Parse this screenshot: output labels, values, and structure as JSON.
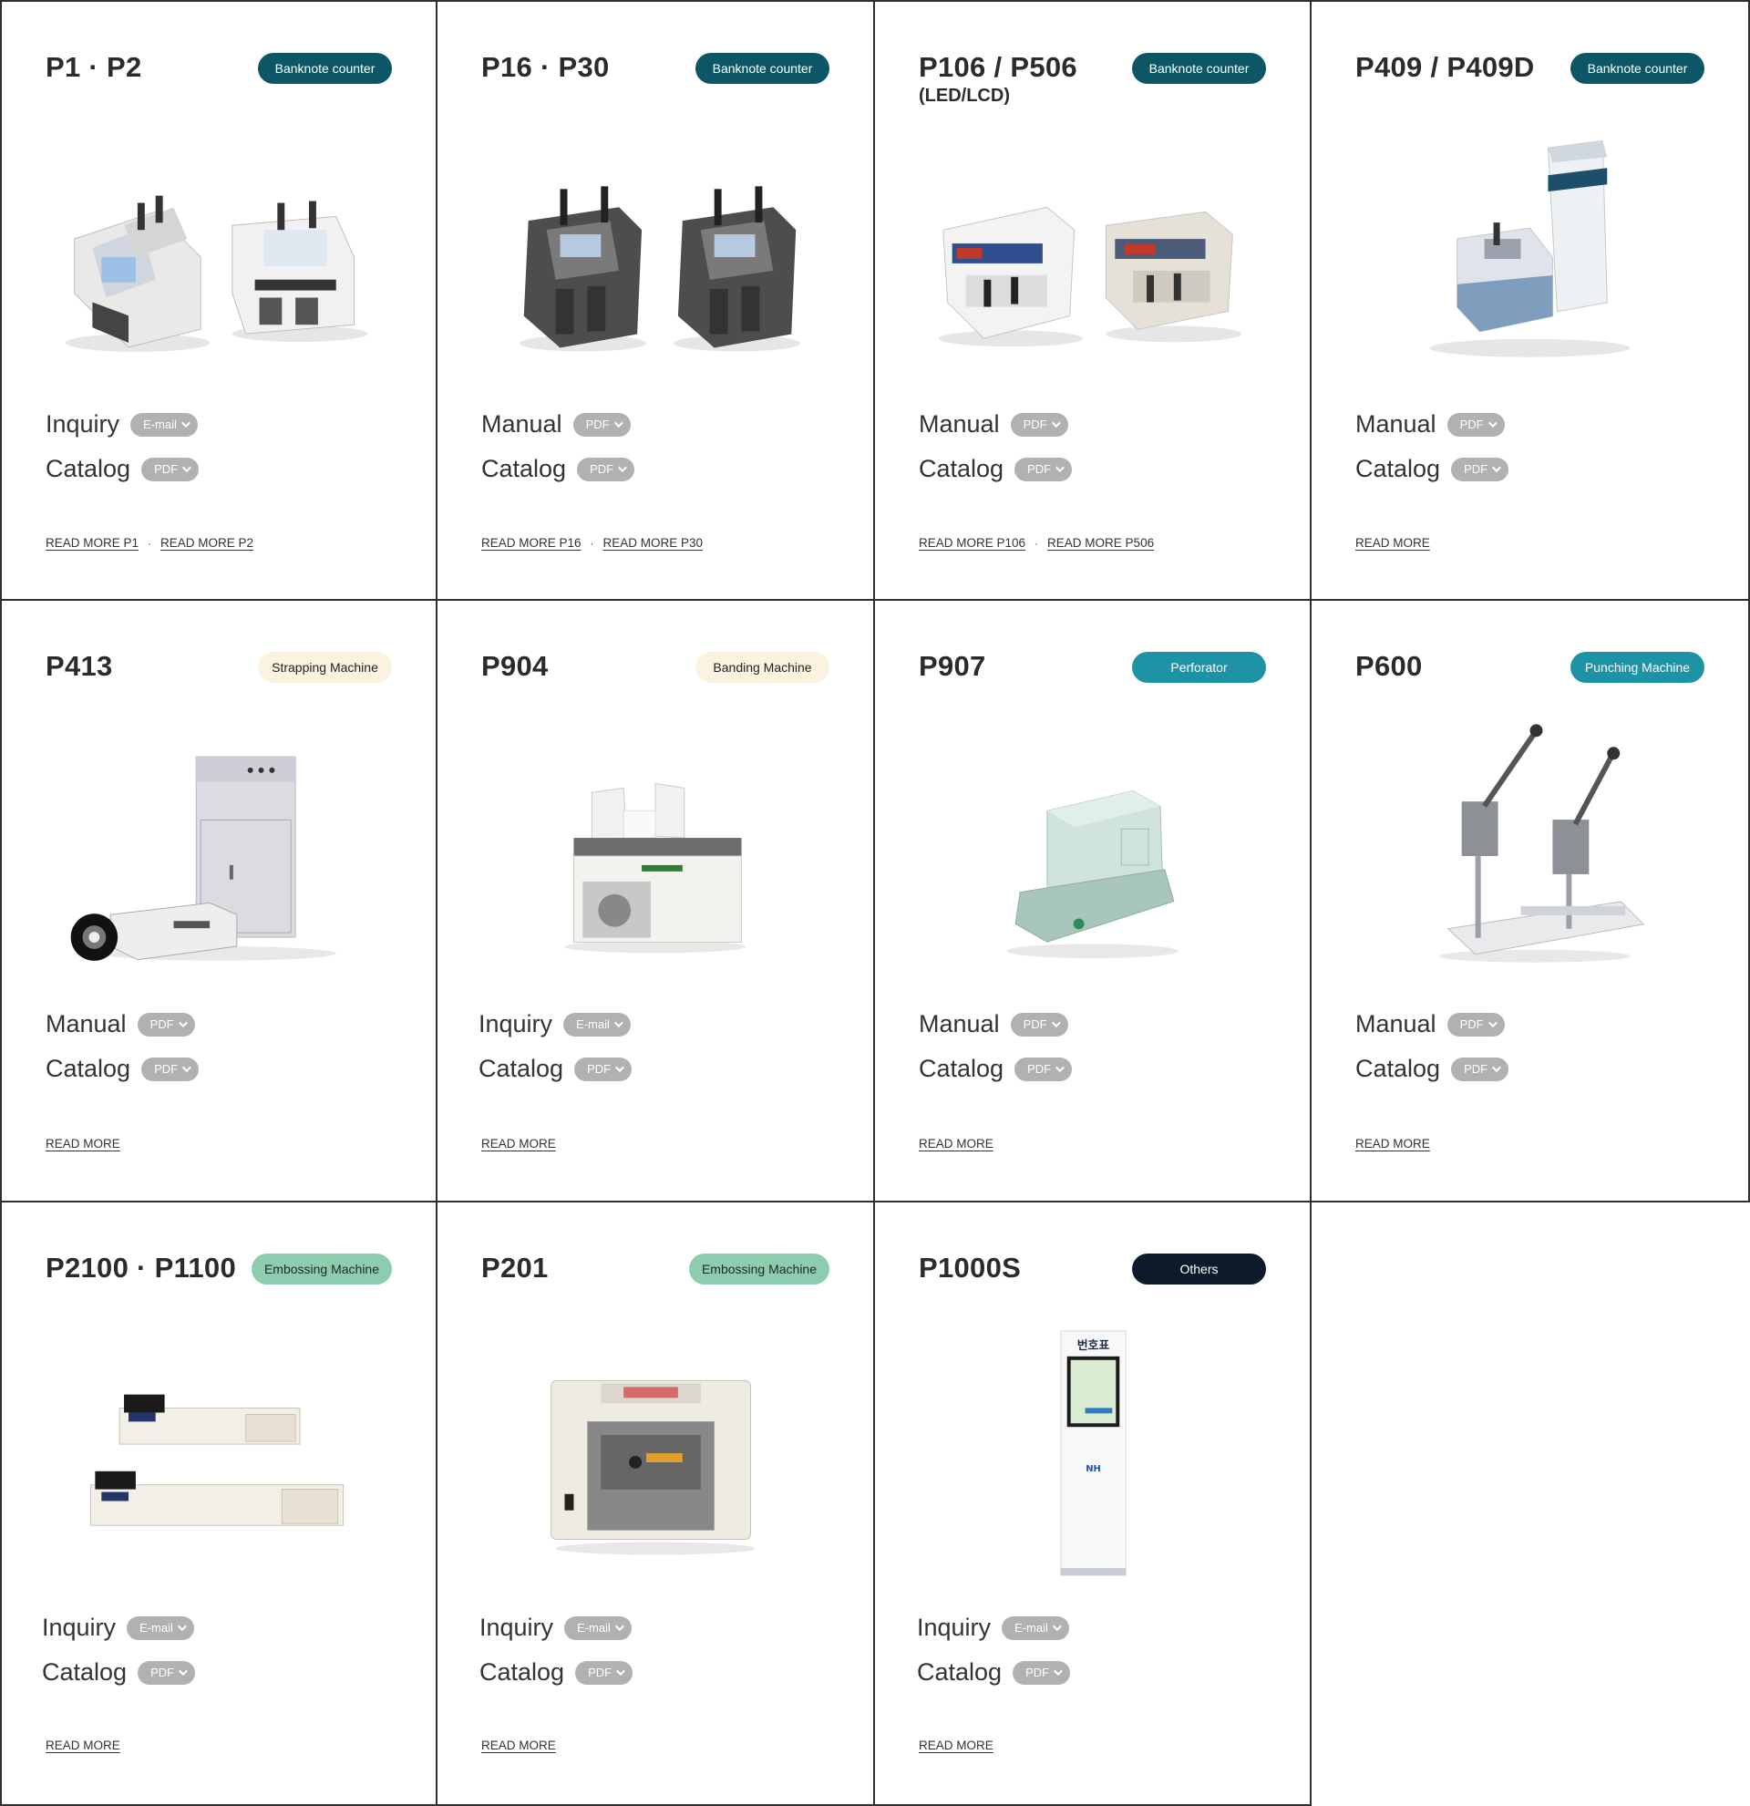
{
  "colors": {
    "banknote": "#0d5666",
    "strapping": "#fcf2e0",
    "perforator": "#1e93a6",
    "embossing": "#8ccdb0",
    "others": "#0c1a2b",
    "pill": "#b1b1b1"
  },
  "products": [
    {
      "title": "P1 · P2",
      "subtitle": "",
      "badge": "Banknote counter",
      "row1": {
        "label": "Inquiry",
        "pill": "E-mail"
      },
      "row2": {
        "label": "Catalog",
        "pill": "PDF"
      },
      "readmore": [
        "READ MORE P1",
        "READ MORE P2"
      ],
      "image": "banknote-counter-pair-icon"
    },
    {
      "title": "P16 · P30",
      "subtitle": "",
      "badge": "Banknote counter",
      "row1": {
        "label": "Manual",
        "pill": "PDF"
      },
      "row2": {
        "label": "Catalog",
        "pill": "PDF"
      },
      "readmore": [
        "READ MORE P16",
        "READ MORE P30"
      ],
      "image": "dark-banknote-counter-pair-icon"
    },
    {
      "title": "P106 / P506",
      "subtitle": "(LED/LCD)",
      "badge": "Banknote counter",
      "row1": {
        "label": "Manual",
        "pill": "PDF"
      },
      "row2": {
        "label": "Catalog",
        "pill": "PDF"
      },
      "readmore": [
        "READ MORE P106",
        "READ MORE P506"
      ],
      "image": "led-banknote-counter-pair-icon"
    },
    {
      "title": "P409 / P409D",
      "subtitle": "",
      "badge": "Banknote counter",
      "row1": {
        "label": "Manual",
        "pill": "PDF"
      },
      "row2": {
        "label": "Catalog",
        "pill": "PDF"
      },
      "readmore": [
        "READ MORE"
      ],
      "image": "cabinet-counter-icon"
    },
    {
      "title": "P413",
      "subtitle": "",
      "badge": "Strapping Machine",
      "row1": {
        "label": "Manual",
        "pill": "PDF"
      },
      "row2": {
        "label": "Catalog",
        "pill": "PDF"
      },
      "readmore": [
        "READ MORE"
      ],
      "image": "strapping-machine-icon"
    },
    {
      "title": "P904",
      "subtitle": "",
      "badge": "Banding Machine",
      "row1": {
        "label": "Inquiry",
        "pill": "E-mail"
      },
      "row2": {
        "label": "Catalog",
        "pill": "PDF"
      },
      "readmore": [
        "READ MORE"
      ],
      "image": "banding-machine-icon"
    },
    {
      "title": "P907",
      "subtitle": "",
      "badge": "Perforator",
      "row1": {
        "label": "Manual",
        "pill": "PDF"
      },
      "row2": {
        "label": "Catalog",
        "pill": "PDF"
      },
      "readmore": [
        "READ MORE"
      ],
      "image": "perforator-icon"
    },
    {
      "title": "P600",
      "subtitle": "",
      "badge": "Punching Machine",
      "row1": {
        "label": "Manual",
        "pill": "PDF"
      },
      "row2": {
        "label": "Catalog",
        "pill": "PDF"
      },
      "readmore": [
        "READ MORE"
      ],
      "image": "punching-machine-icon"
    },
    {
      "title": "P2100 · P1100",
      "subtitle": "",
      "badge": "Embossing Machine",
      "row1": {
        "label": "Inquiry",
        "pill": "E-mail"
      },
      "row2": {
        "label": "Catalog",
        "pill": "PDF"
      },
      "readmore": [
        "READ MORE"
      ],
      "image": "embossing-machine-pair-icon"
    },
    {
      "title": "P201",
      "subtitle": "",
      "badge": "Embossing Machine",
      "row1": {
        "label": "Inquiry",
        "pill": "E-mail"
      },
      "row2": {
        "label": "Catalog",
        "pill": "PDF"
      },
      "readmore": [
        "READ MORE"
      ],
      "image": "passbook-embosser-icon"
    },
    {
      "title": "P1000S",
      "subtitle": "",
      "badge": "Others",
      "row1": {
        "label": "Inquiry",
        "pill": "E-mail"
      },
      "row2": {
        "label": "Catalog",
        "pill": "PDF"
      },
      "readmore": [
        "READ MORE"
      ],
      "image": "queue-ticket-kiosk-icon",
      "kiosk_heading": "번호표",
      "kiosk_brand": "NH"
    }
  ]
}
